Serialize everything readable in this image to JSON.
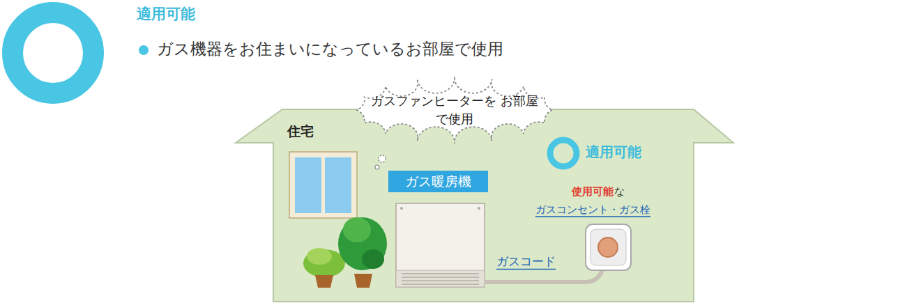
{
  "diagram": {
    "title": "適用可能",
    "nodes": [
      {
        "text": [
          "住宅"
        ]
      },
      {
        "text": [
          "ガスファンヒーターを お部屋で使用"
        ]
      },
      {
        "text": [
          "ガス暖房機"
        ],
        "in": 0
      }
    ],
    "labels": [
      "ガス機器をお住まいになっているお部屋で使用",
      "適用可能",
      "使用可能",
      "な",
      "ガスコンセント・ガス栓",
      "ガスコード"
    ]
  }
}
